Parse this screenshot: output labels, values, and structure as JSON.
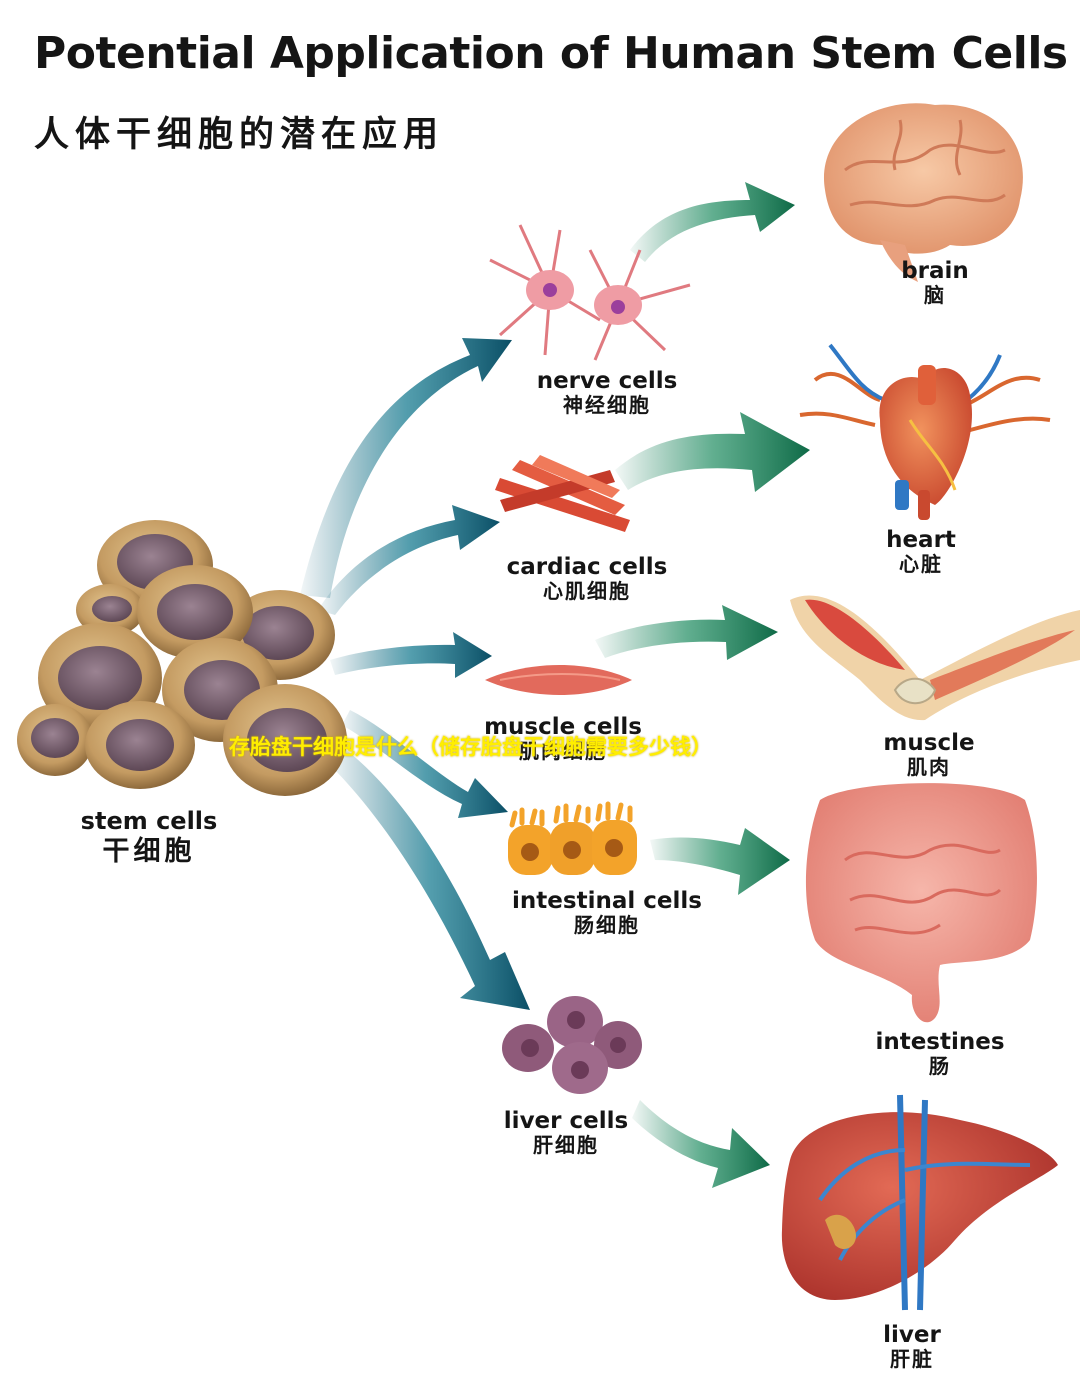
{
  "title": "Potential Application of Human Stem Cells",
  "subtitle": "人体干细胞的潜在应用",
  "stem": {
    "en": "stem cells",
    "zh": "干细胞"
  },
  "cells": {
    "nerve": {
      "en": "nerve cells",
      "zh": "神经细胞"
    },
    "cardiac": {
      "en": "cardiac cells",
      "zh": "心肌细胞"
    },
    "muscle": {
      "en": "muscle cells",
      "zh": "肌肉细胞"
    },
    "intestinal": {
      "en": "intestinal cells",
      "zh": "肠细胞"
    },
    "liver": {
      "en": "liver cells",
      "zh": "肝细胞"
    }
  },
  "organs": {
    "brain": {
      "en": "brain",
      "zh": "脑"
    },
    "heart": {
      "en": "heart",
      "zh": "心脏"
    },
    "muscle": {
      "en": "muscle",
      "zh": "肌肉"
    },
    "intestines": {
      "en": "intestines",
      "zh": "肠"
    },
    "liver": {
      "en": "liver",
      "zh": "肝脏"
    }
  },
  "watermark": "存胎盘干细胞是什么（储存胎盘干细胞需要多少钱）",
  "colors": {
    "blue_arrow": "#0e5f77",
    "green_arrow": "#137a55",
    "stem_cell": "#c6a06a",
    "nucleus": "#7d6474",
    "watermark": "#ffee00"
  }
}
